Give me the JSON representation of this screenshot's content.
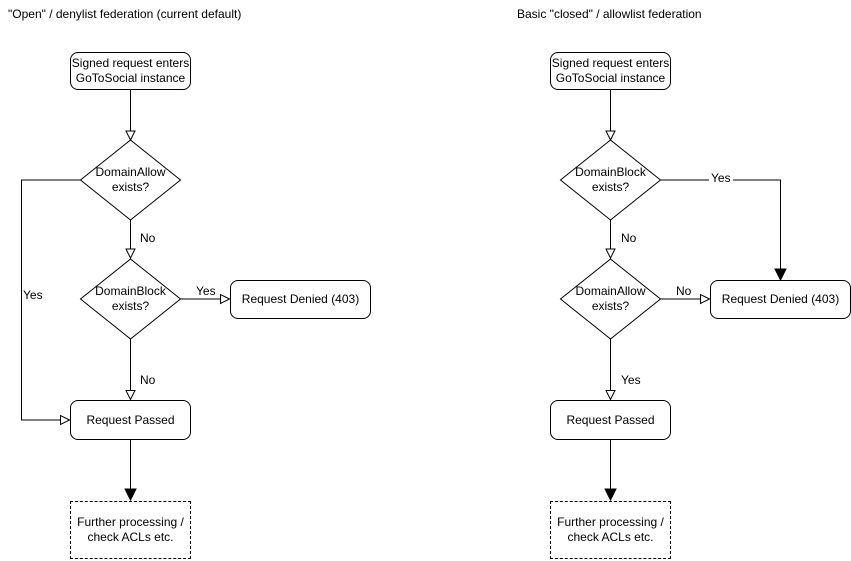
{
  "colors": {
    "stroke": "#000000",
    "text": "#000000",
    "background": "#ffffff",
    "node_fill": "#ffffff"
  },
  "charts": [
    {
      "title": "\"Open\" / denylist federation (current default)",
      "nodes": {
        "start": {
          "line1": "Signed request enters",
          "line2": "GoToSocial instance"
        },
        "decision1": {
          "line1": "DomainAllow",
          "line2": "exists?"
        },
        "decision2": {
          "line1": "DomainBlock",
          "line2": "exists?"
        },
        "denied": {
          "label": "Request Denied (403)"
        },
        "passed": {
          "label": "Request Passed"
        },
        "further": {
          "line1": "Further processing /",
          "line2": "check ACLs etc."
        }
      },
      "edges": {
        "decision1_no": "No",
        "decision1_yes": "Yes",
        "decision2_yes": "Yes",
        "decision2_no": "No"
      }
    },
    {
      "title": "Basic \"closed\" / allowlist federation",
      "nodes": {
        "start": {
          "line1": "Signed request enters",
          "line2": "GoToSocial instance"
        },
        "decision1": {
          "line1": "DomainBlock",
          "line2": "exists?"
        },
        "decision2": {
          "line1": "DomainAllow",
          "line2": "exists?"
        },
        "denied": {
          "label": "Request Denied (403)"
        },
        "passed": {
          "label": "Request Passed"
        },
        "further": {
          "line1": "Further processing /",
          "line2": "check ACLs etc."
        }
      },
      "edges": {
        "decision1_yes": "Yes",
        "decision1_no": "No",
        "decision2_no": "No",
        "decision2_yes": "Yes"
      }
    }
  ]
}
